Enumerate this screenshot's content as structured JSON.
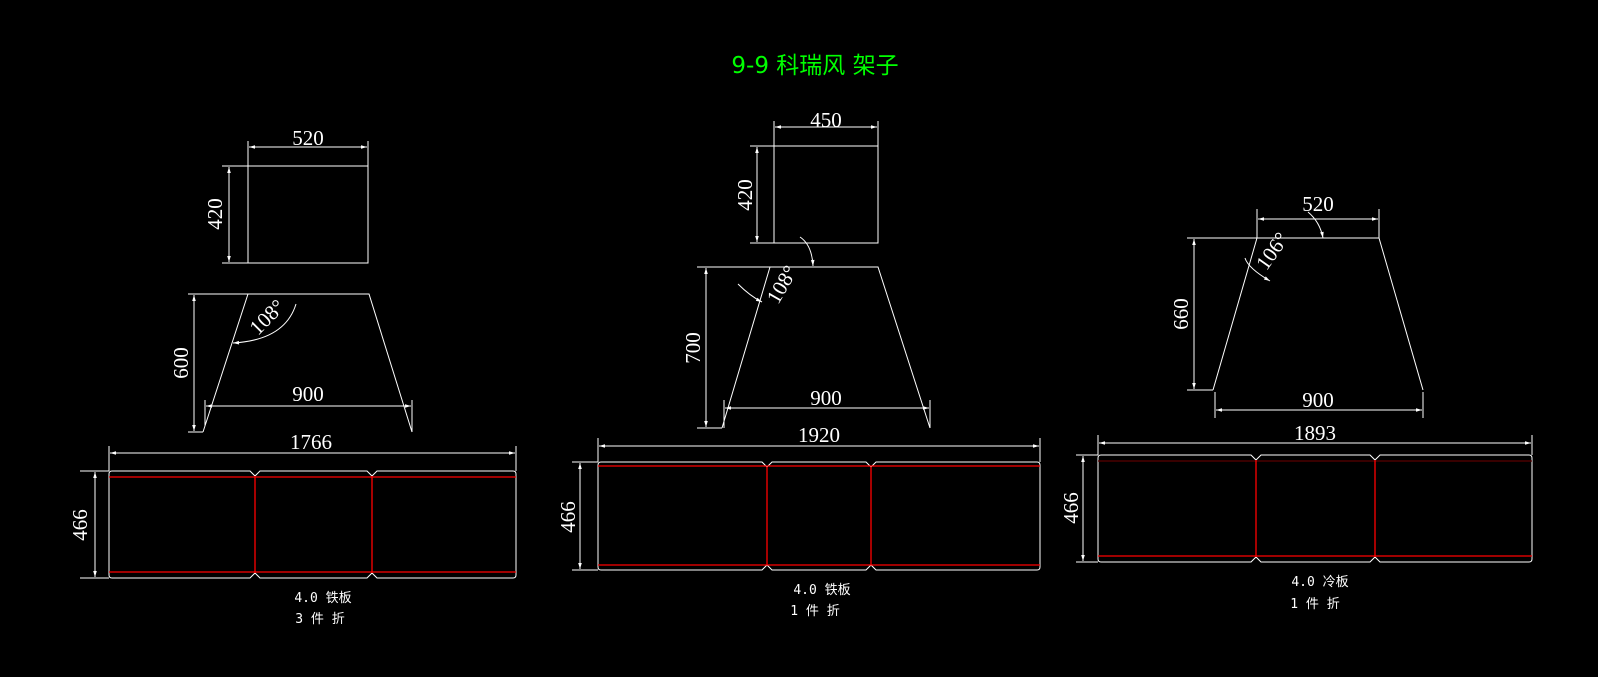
{
  "title": "9-9 科瑞风 架子",
  "colors": {
    "background": "#000000",
    "title": "#00ff00",
    "lines": "#ffffff",
    "bend_lines": "#ff0000"
  },
  "parts": [
    {
      "box": {
        "width": "520",
        "height": "420"
      },
      "trapezoid": {
        "height": "600",
        "bottom": "900",
        "angle": "108°"
      },
      "strip": {
        "length": "1766",
        "width": "466"
      },
      "material": "4.0 铁板",
      "note": "3 件 折"
    },
    {
      "box": {
        "width": "450",
        "height": "420"
      },
      "trapezoid": {
        "height": "700",
        "bottom": "900",
        "angle": "108°"
      },
      "strip": {
        "length": "1920",
        "width": "466"
      },
      "material": "4.0 铁板",
      "note": "1 件 折"
    },
    {
      "trapezoid": {
        "top": "520",
        "height": "660",
        "bottom": "900",
        "angle": "106°"
      },
      "strip": {
        "length": "1893",
        "width": "466"
      },
      "material": "4.0 冷板",
      "note": "1 件 折"
    }
  ]
}
